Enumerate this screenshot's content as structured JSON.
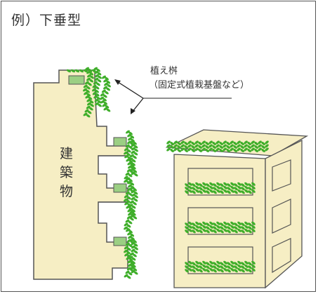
{
  "title": "例）下垂型",
  "callout": {
    "line1": "植え桝",
    "line2": "（固定式植栽基盤など）"
  },
  "building_label": [
    "建",
    "築",
    "物"
  ],
  "colors": {
    "building_fill": "#f6eec4",
    "building_stroke": "#555555",
    "planter_fill": "#9bcf83",
    "leaf": "#3fae2a"
  }
}
